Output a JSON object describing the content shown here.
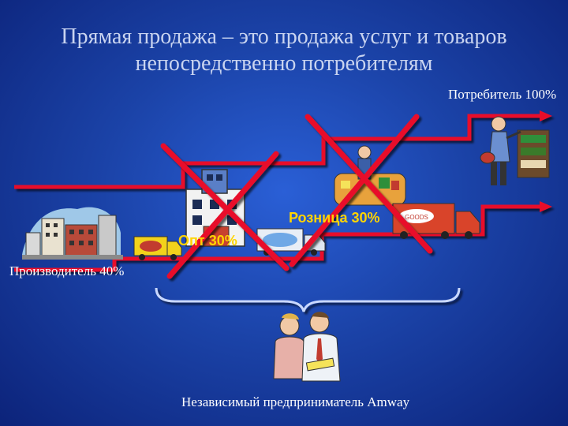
{
  "title": {
    "line1": "Прямая продажа – это продажа услуг и товаров",
    "line2": "непосредственно потребителям"
  },
  "labels": {
    "consumer": "Потребитель 100%",
    "retail": "Розница 30%",
    "wholesale": "Опт 30%",
    "producer": "Производитель 40%",
    "entrepreneur": "Независимый предприниматель Amway"
  },
  "truck_text": "GOODS",
  "colors": {
    "step_line": "#e8102a",
    "cross": "#e8102a",
    "brace": "#c9d8ff",
    "label_yellow": "#ffd400"
  }
}
